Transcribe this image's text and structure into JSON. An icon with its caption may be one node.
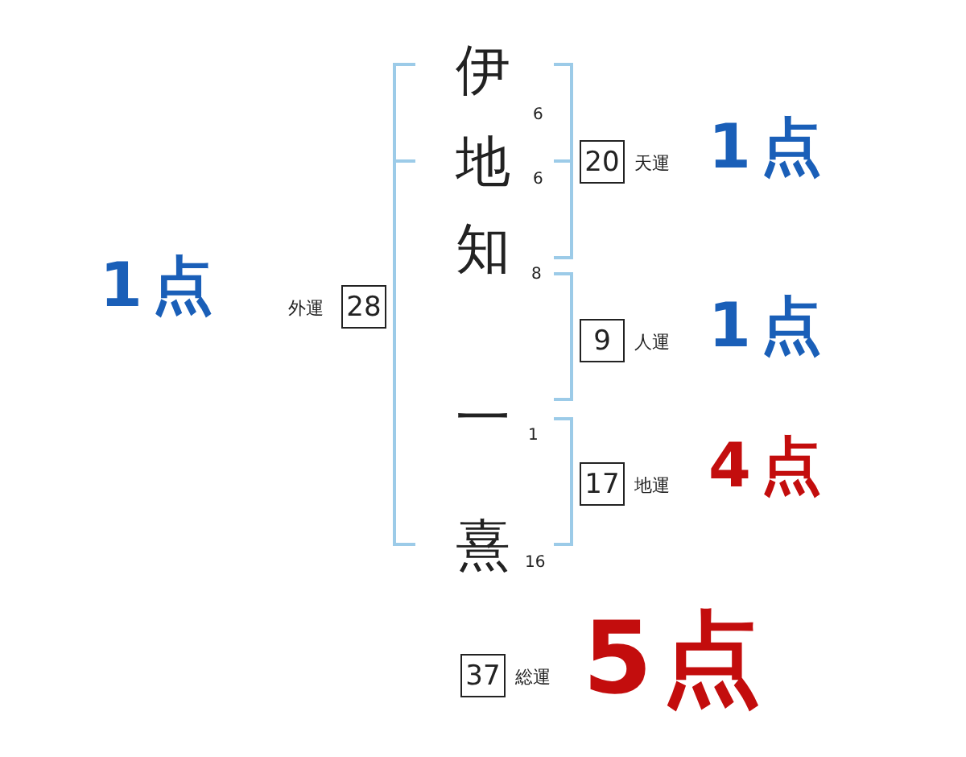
{
  "diagram": {
    "nodes": [
      {
        "text": [
          "28"
        ],
        "beside": [
          "外運",
          "1点"
        ]
      },
      {
        "text": [
          "20"
        ],
        "beside": [
          "天運",
          "1点"
        ]
      },
      {
        "text": [
          "9"
        ],
        "beside": [
          "人運",
          "1点"
        ]
      },
      {
        "text": [
          "17"
        ],
        "beside": [
          "地運",
          "4点"
        ]
      },
      {
        "text": [
          "37"
        ],
        "beside": [
          "総運",
          "5点"
        ]
      }
    ],
    "labels": [
      "伊",
      "6",
      "地",
      "6",
      "知",
      "8",
      "一",
      "1",
      "熹",
      "16"
    ]
  }
}
